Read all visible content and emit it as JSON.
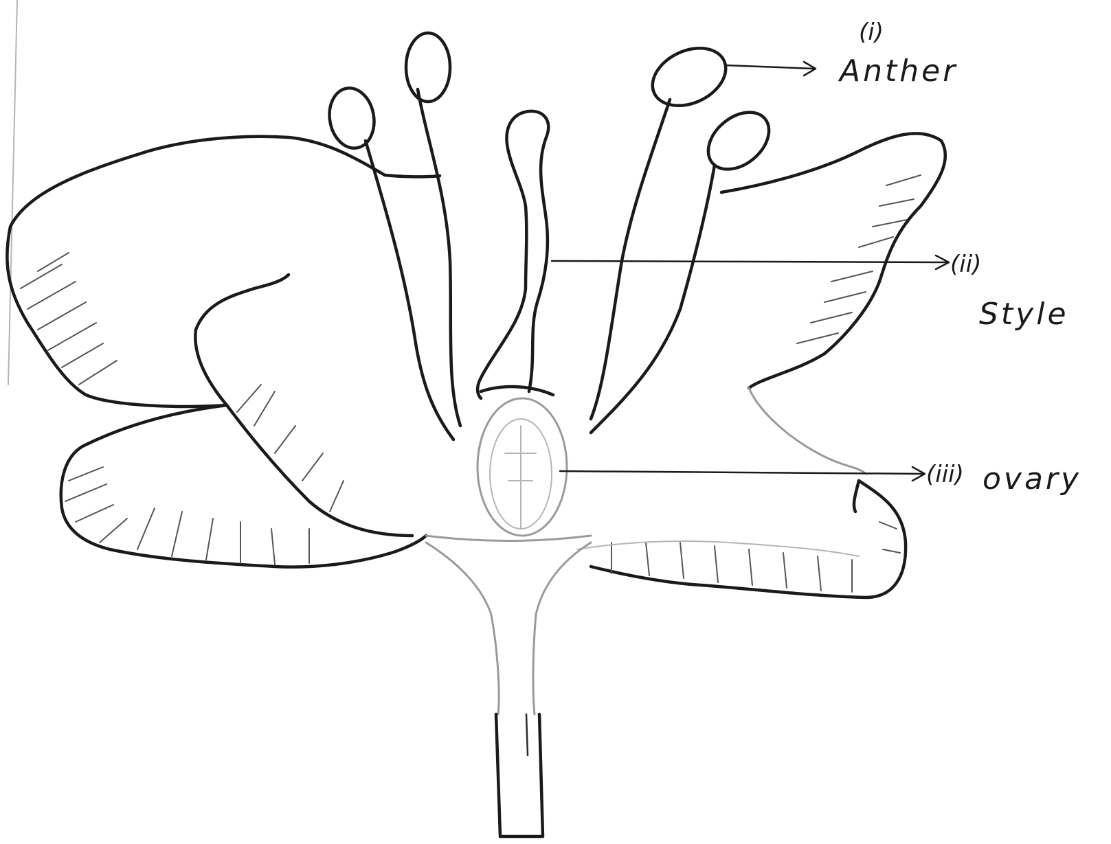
{
  "labels": {
    "anther": {
      "number": "(i)",
      "text": "Anther"
    },
    "style": {
      "number": "(ii)",
      "text": "Style"
    },
    "ovary": {
      "number": "(iii)",
      "text": "ovary"
    }
  },
  "colors": {
    "ink": "#1a1a1a",
    "faint": "#9a9a9a",
    "paper": "#ffffff"
  }
}
